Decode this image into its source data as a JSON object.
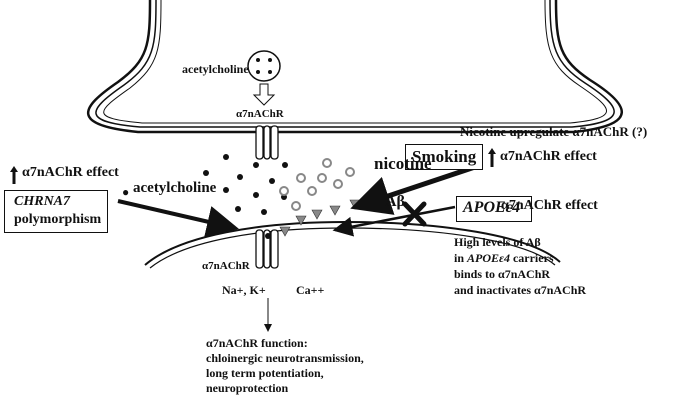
{
  "labels": {
    "acetylcholine_top": "acetylcholine",
    "receptor_top": "α7nAChR",
    "nicotine_upregulate": "Nicotine upregulate  α7nAChR (?)",
    "smoking": "Smoking",
    "smoking_effect": "α7nAChR effect",
    "nicotine": "nicotine",
    "effect_left": "α7nAChR  effect",
    "chrna7": "CHRNA7",
    "polymorphism": "polymorphism",
    "acetylcholine_mid": "acetylcholine",
    "abeta": "Aβ",
    "apoe": "APOEε4",
    "apoe_effect": "α7nAChR effect",
    "receptor_bottom": "α7nAChR",
    "ions_na_k": "Na+, K+",
    "ions_ca": "Ca++",
    "apoe_note_1": "High levels of  Aβ",
    "apoe_note_2a": "in ",
    "apoe_note_2b": "APOEε4",
    "apoe_note_2c": "  carriers",
    "apoe_note_3": "binds to α7nAChR",
    "apoe_note_4": "and inactivates α7nAChR",
    "function_1": "α7nAChR function:",
    "function_2": "chloinergic neurotransmission,",
    "function_3": "long term potentiation,",
    "function_4": "neuroprotection"
  },
  "colors": {
    "ink": "#111111",
    "ligand_gray": "#888888"
  },
  "arrows": {
    "up": "up-arrow",
    "down": "down-arrow",
    "block": "x-mark"
  }
}
